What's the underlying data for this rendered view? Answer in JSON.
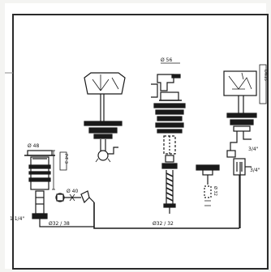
{
  "diagram": {
    "labels": {
      "top_left_assembly": "Ø 48",
      "top_left_side_note": "P-T 3",
      "left_thread": "1 1/4\"",
      "left_pipe": "Ø32 / 38",
      "left_valve": "Ø 40",
      "center_top_assembly": "Ø 56",
      "center_pipe": "Ø32 / 32",
      "center_lower_tube": "Ø 32",
      "right_thread": "3/4\"",
      "right_side_note": "3/4\"",
      "right_vertical_note": "DN15"
    },
    "colors": {
      "line": "#1a1a1a",
      "paper": "#ffffff",
      "frame": "#2a2a2a",
      "background": "#f4f4f2"
    }
  }
}
